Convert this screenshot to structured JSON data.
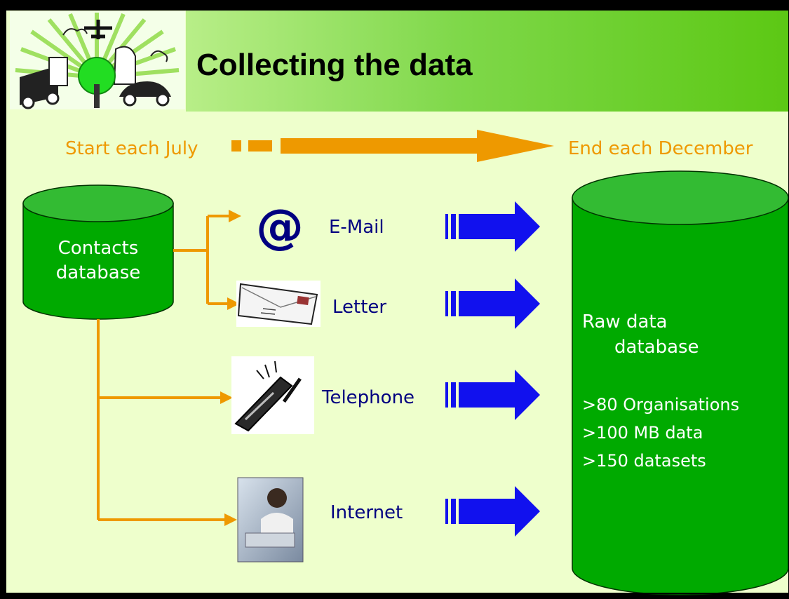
{
  "slide": {
    "title": "Collecting the data",
    "timeline": {
      "start_label": "Start each July",
      "end_label": "End each December"
    },
    "source_db": {
      "line1": "Contacts",
      "line2": "database"
    },
    "channels": [
      {
        "label": "E-Mail",
        "icon": "at-sign-icon"
      },
      {
        "label": "Letter",
        "icon": "envelope-icon"
      },
      {
        "label": "Telephone",
        "icon": "mobile-phone-icon"
      },
      {
        "label": "Internet",
        "icon": "person-at-computer-icon"
      }
    ],
    "target_db": {
      "line1": "Raw data",
      "line2": "database",
      "stats": [
        ">80 Organisations",
        ">100 MB data",
        ">150 datasets"
      ]
    }
  },
  "colors": {
    "background": "#eeffcc",
    "db_fill": "#00aa00",
    "db_top": "#33bb33",
    "orange": "#ee9900",
    "blue_arrow": "#1111ee",
    "navy_text": "#000080",
    "header_green": "#66cc22"
  }
}
